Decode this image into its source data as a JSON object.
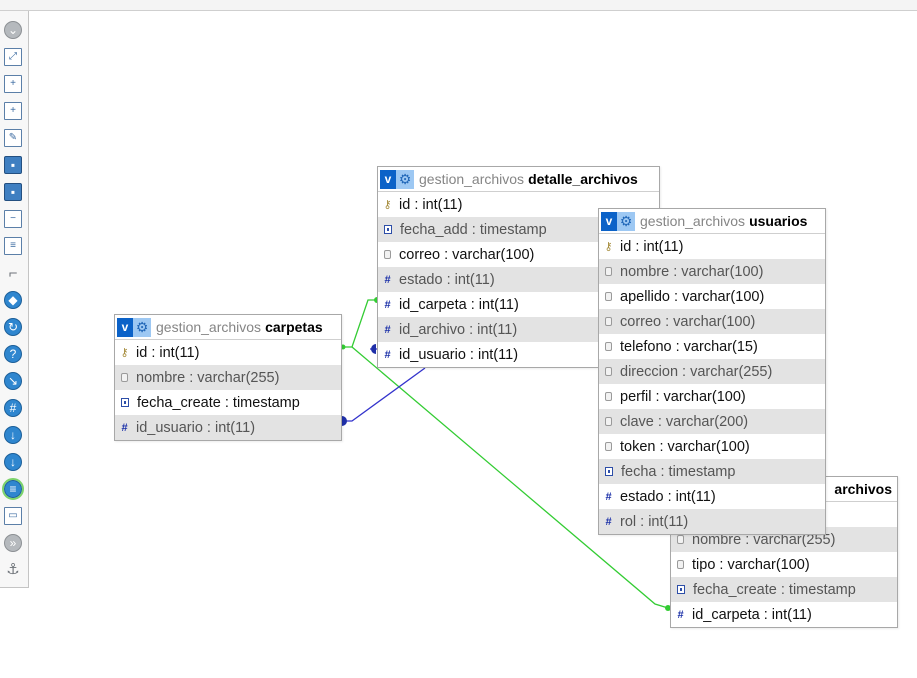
{
  "toolbar_icons": [
    "collapse-icon",
    "fullscreen-icon",
    "add-table-icon",
    "add-page-icon",
    "edit-page-icon",
    "save-icon",
    "save-as-icon",
    "delete-page-icon",
    "pdf-export-icon",
    "angular-links-icon",
    "snap-to-grid-icon",
    "small-big-icon",
    "help-icon",
    "toggle-relation-lines-icon",
    "import-icon",
    "export-icon",
    "move-menu-icon",
    "relation-icon",
    "collapse-expand-icon",
    "toggle-menu-icon",
    "pin-icon"
  ],
  "colors": {
    "relation_green": "#33cc33",
    "relation_blue": "#3333cc",
    "header_v": "#0b62c8",
    "row_alt": "#e3e3e3"
  },
  "tables": {
    "carpetas": {
      "db": "gestion_archivos",
      "name": "carpetas",
      "v_label": "v",
      "columns": [
        {
          "icon": "key",
          "text": "id : int(11)"
        },
        {
          "icon": "txt",
          "text": "nombre : varchar(255)"
        },
        {
          "icon": "time",
          "text": "fecha_create : timestamp"
        },
        {
          "icon": "num",
          "text": "id_usuario : int(11)"
        }
      ]
    },
    "detalle_archivos": {
      "db": "gestion_archivos",
      "name": "detalle_archivos",
      "v_label": "v",
      "columns": [
        {
          "icon": "key",
          "text": "id : int(11)"
        },
        {
          "icon": "time",
          "text": "fecha_add : timestamp"
        },
        {
          "icon": "txt",
          "text": "correo : varchar(100)"
        },
        {
          "icon": "num",
          "text": "estado : int(11)"
        },
        {
          "icon": "num",
          "text": "id_carpeta : int(11)"
        },
        {
          "icon": "num",
          "text": "id_archivo : int(11)"
        },
        {
          "icon": "num",
          "text": "id_usuario : int(11)"
        }
      ]
    },
    "archivos": {
      "db": "",
      "name": "archivos",
      "v_label": "",
      "columns": [
        {
          "icon": "",
          "text": ""
        },
        {
          "icon": "txt",
          "text": "nombre : varchar(255)"
        },
        {
          "icon": "txt",
          "text": "tipo : varchar(100)"
        },
        {
          "icon": "time",
          "text": "fecha_create : timestamp"
        },
        {
          "icon": "num",
          "text": "id_carpeta : int(11)"
        }
      ]
    },
    "usuarios": {
      "db": "gestion_archivos",
      "name": "usuarios",
      "v_label": "v",
      "columns": [
        {
          "icon": "key",
          "text": "id : int(11)"
        },
        {
          "icon": "txt",
          "text": "nombre : varchar(100)"
        },
        {
          "icon": "txt",
          "text": "apellido : varchar(100)"
        },
        {
          "icon": "txt",
          "text": "correo : varchar(100)"
        },
        {
          "icon": "txt",
          "text": "telefono : varchar(15)"
        },
        {
          "icon": "txt",
          "text": "direccion : varchar(255)"
        },
        {
          "icon": "txt",
          "text": "perfil : varchar(100)"
        },
        {
          "icon": "txt",
          "text": "clave : varchar(200)"
        },
        {
          "icon": "txt",
          "text": "token : varchar(100)"
        },
        {
          "icon": "time",
          "text": "fecha : timestamp"
        },
        {
          "icon": "num",
          "text": "estado : int(11)"
        },
        {
          "icon": "num",
          "text": "rol : int(11)"
        }
      ]
    }
  }
}
